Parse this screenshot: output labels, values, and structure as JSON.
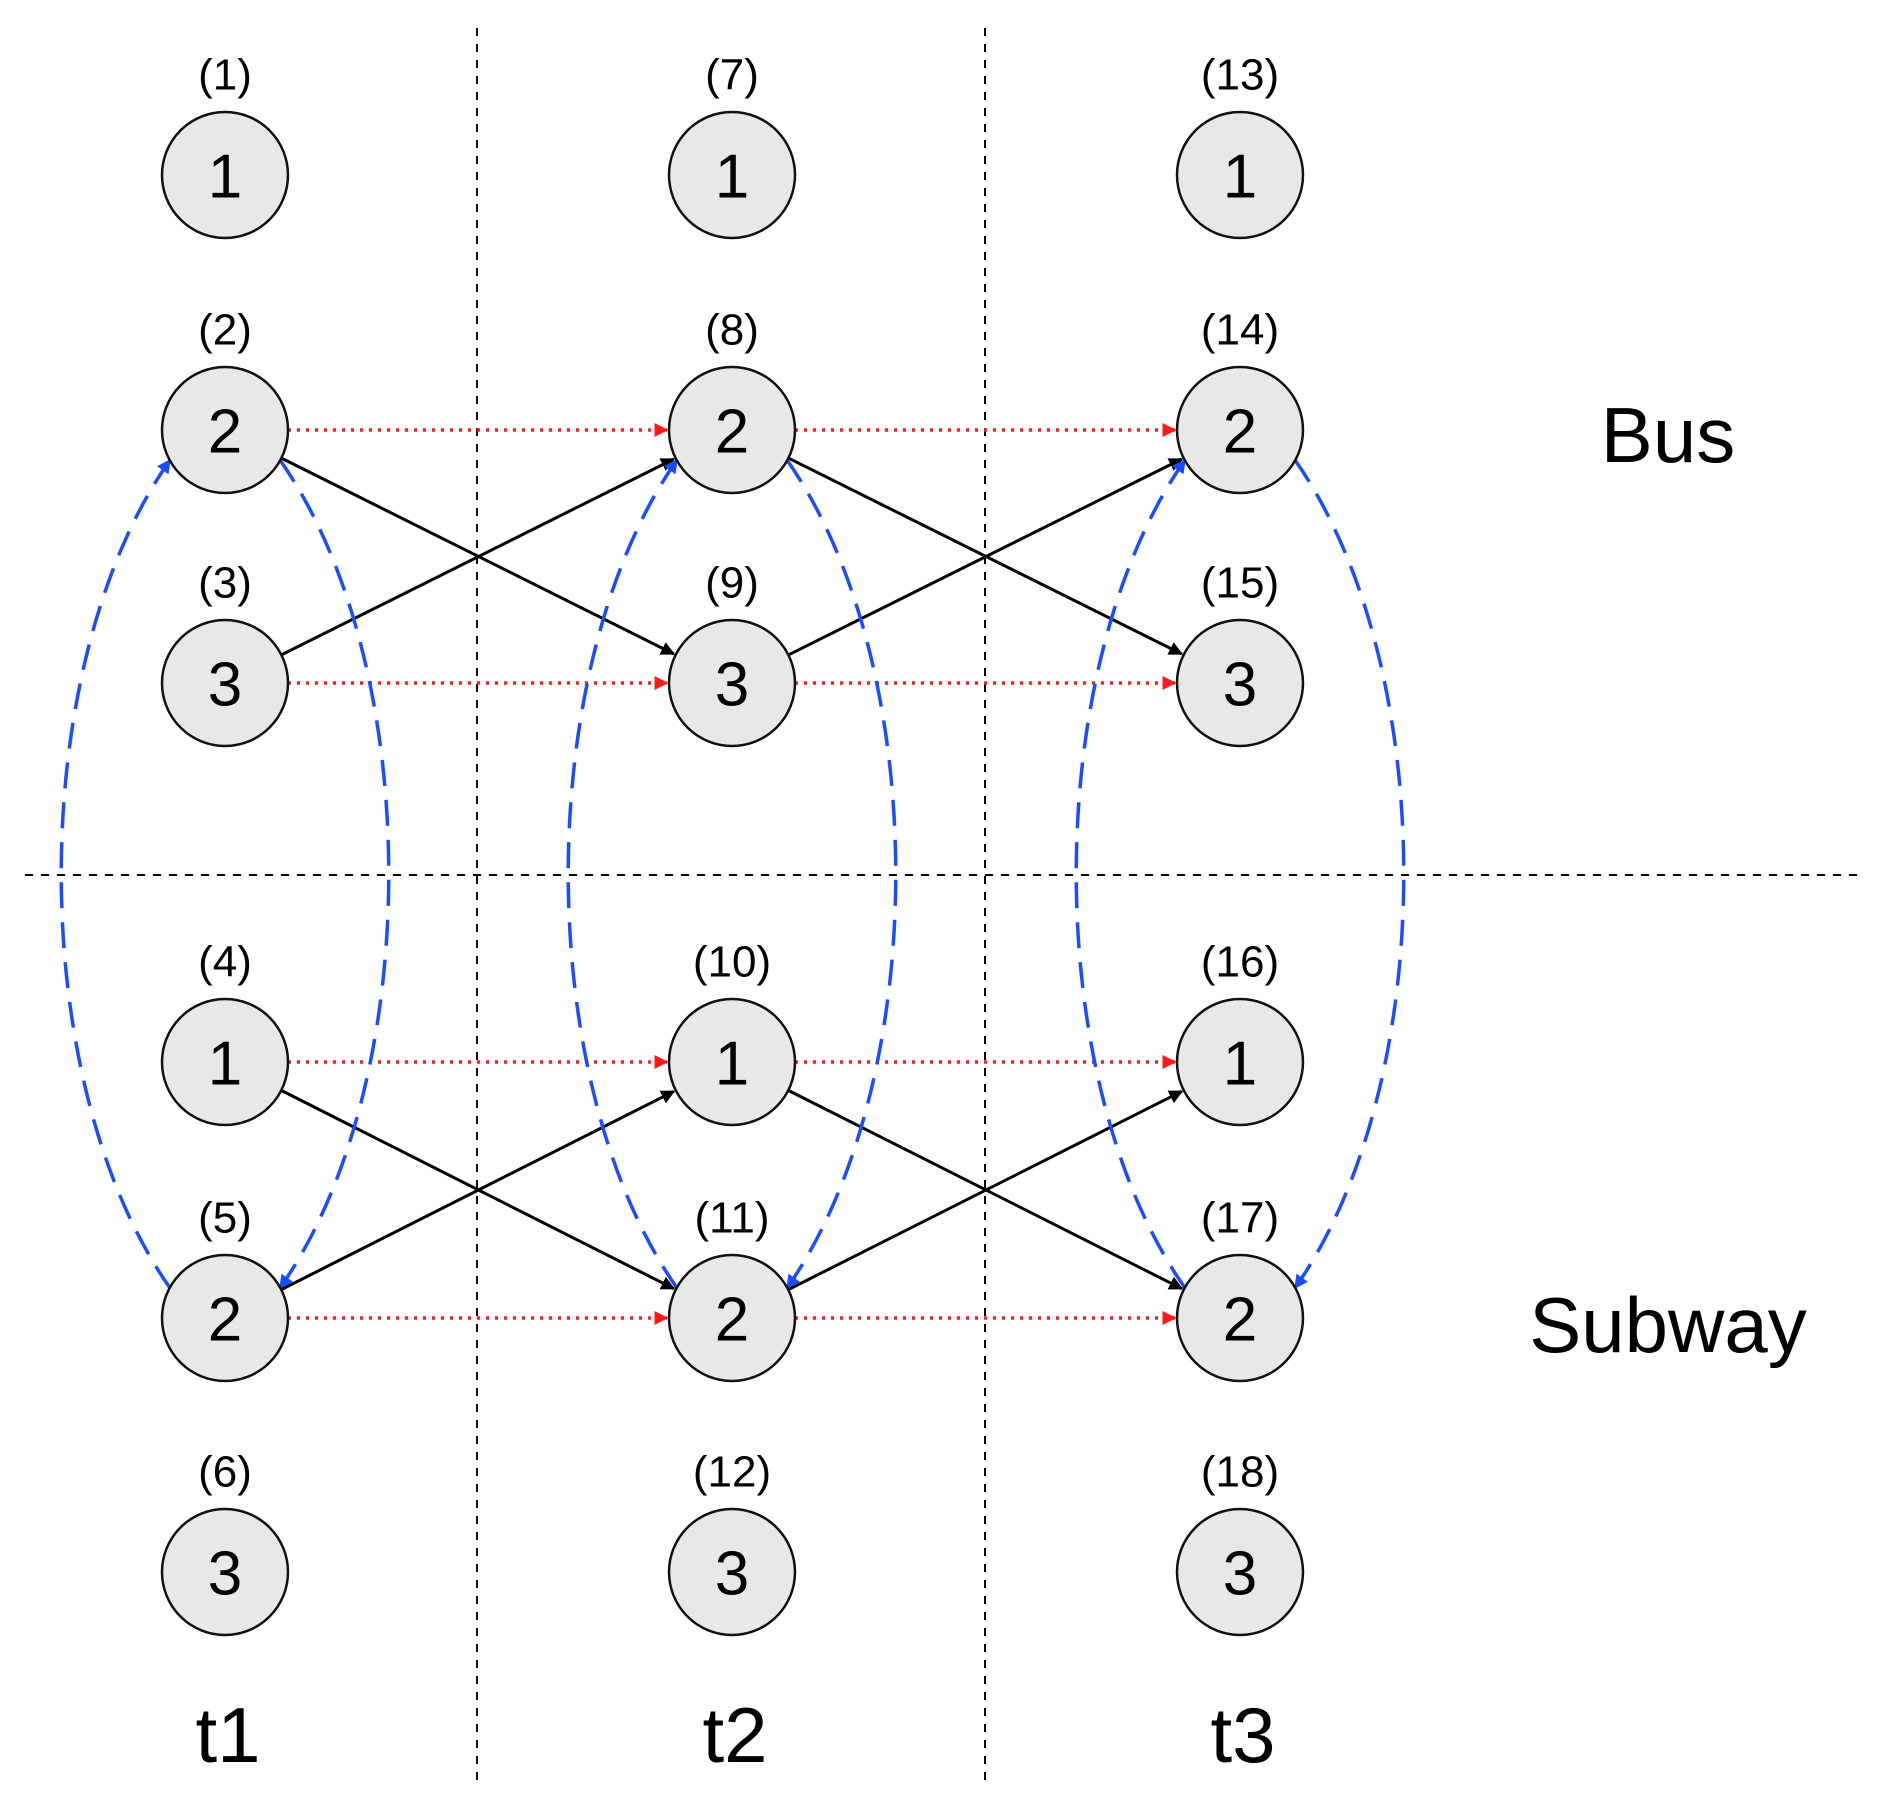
{
  "layers": [
    {
      "key": "bus",
      "label": "Bus"
    },
    {
      "key": "subway",
      "label": "Subway"
    }
  ],
  "times": [
    {
      "key": "t1",
      "label": "t1"
    },
    {
      "key": "t2",
      "label": "t2"
    },
    {
      "key": "t3",
      "label": "t3"
    }
  ],
  "nodes": [
    {
      "id": "(1)",
      "label": "1",
      "time": 0,
      "row": 0
    },
    {
      "id": "(2)",
      "label": "2",
      "time": 0,
      "row": 1
    },
    {
      "id": "(3)",
      "label": "3",
      "time": 0,
      "row": 2
    },
    {
      "id": "(4)",
      "label": "1",
      "time": 0,
      "row": 3
    },
    {
      "id": "(5)",
      "label": "2",
      "time": 0,
      "row": 4
    },
    {
      "id": "(6)",
      "label": "3",
      "time": 0,
      "row": 5
    },
    {
      "id": "(7)",
      "label": "1",
      "time": 1,
      "row": 0
    },
    {
      "id": "(8)",
      "label": "2",
      "time": 1,
      "row": 1
    },
    {
      "id": "(9)",
      "label": "3",
      "time": 1,
      "row": 2
    },
    {
      "id": "(10)",
      "label": "1",
      "time": 1,
      "row": 3
    },
    {
      "id": "(11)",
      "label": "2",
      "time": 1,
      "row": 4
    },
    {
      "id": "(12)",
      "label": "3",
      "time": 1,
      "row": 5
    },
    {
      "id": "(13)",
      "label": "1",
      "time": 2,
      "row": 0
    },
    {
      "id": "(14)",
      "label": "2",
      "time": 2,
      "row": 1
    },
    {
      "id": "(15)",
      "label": "3",
      "time": 2,
      "row": 2
    },
    {
      "id": "(16)",
      "label": "1",
      "time": 2,
      "row": 3
    },
    {
      "id": "(17)",
      "label": "2",
      "time": 2,
      "row": 4
    },
    {
      "id": "(18)",
      "label": "3",
      "time": 2,
      "row": 5
    }
  ],
  "edges": {
    "black": [
      [
        2,
        9
      ],
      [
        3,
        8
      ],
      [
        4,
        11
      ],
      [
        5,
        10
      ],
      [
        8,
        15
      ],
      [
        9,
        14
      ],
      [
        10,
        17
      ],
      [
        11,
        16
      ]
    ],
    "red": [
      [
        2,
        8
      ],
      [
        3,
        9
      ],
      [
        4,
        10
      ],
      [
        5,
        11
      ],
      [
        8,
        14
      ],
      [
        9,
        15
      ],
      [
        10,
        16
      ],
      [
        11,
        17
      ]
    ],
    "blue_down": [
      [
        2,
        5
      ],
      [
        8,
        11
      ],
      [
        14,
        17
      ]
    ],
    "blue_up": [
      [
        5,
        2
      ],
      [
        11,
        8
      ],
      [
        17,
        14
      ]
    ]
  },
  "colors": {
    "node_fill": "#e8e8e8",
    "black_edge": "#000000",
    "red_edge": "#ff1a1a",
    "blue_edge": "#1a4dff"
  }
}
